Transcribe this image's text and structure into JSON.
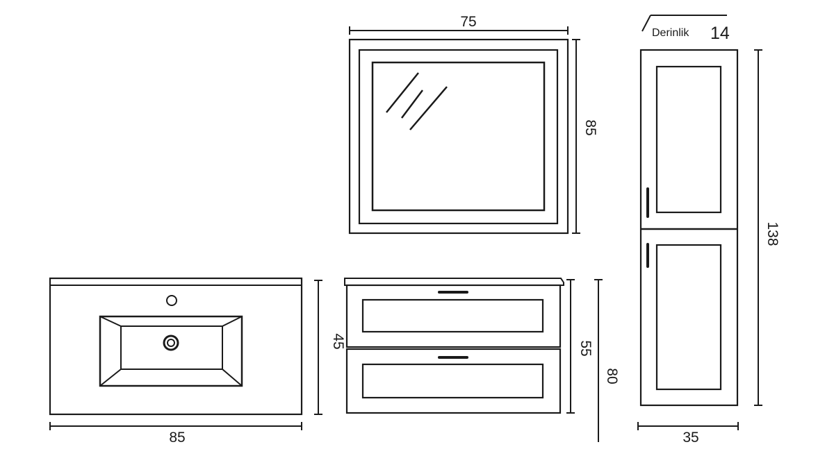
{
  "dimensions": {
    "basin_width": "85",
    "basin_height": "45",
    "mirror_width": "75",
    "mirror_height": "85",
    "cabinet_height": "55",
    "total_height": "80",
    "tall_cabinet_height": "138",
    "tall_cabinet_width": "35",
    "depth_label": "Derinlik",
    "depth_value": "14"
  },
  "colors": {
    "line": "#1a1a1a",
    "background": "#ffffff"
  }
}
